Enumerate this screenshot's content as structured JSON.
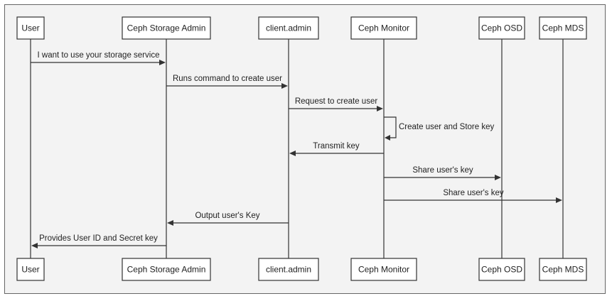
{
  "participants": [
    {
      "id": "user",
      "label": "User"
    },
    {
      "id": "admin",
      "label": "Ceph Storage Admin"
    },
    {
      "id": "client",
      "label": "client.admin"
    },
    {
      "id": "mon",
      "label": "Ceph Monitor"
    },
    {
      "id": "osd",
      "label": "Ceph OSD"
    },
    {
      "id": "mds",
      "label": "Ceph MDS"
    }
  ],
  "messages": [
    {
      "from": "user",
      "to": "admin",
      "label": "I want to use your storage service"
    },
    {
      "from": "admin",
      "to": "client",
      "label": "Runs command to create user"
    },
    {
      "from": "client",
      "to": "mon",
      "label": "Request to create user"
    },
    {
      "from": "mon",
      "to": "mon",
      "label": "Create user and Store key"
    },
    {
      "from": "mon",
      "to": "client",
      "label": "Transmit key"
    },
    {
      "from": "mon",
      "to": "osd",
      "label": "Share user's key"
    },
    {
      "from": "mon",
      "to": "mds",
      "label": "Share user's key"
    },
    {
      "from": "client",
      "to": "admin",
      "label": "Output user's Key"
    },
    {
      "from": "admin",
      "to": "user",
      "label": "Provides User ID and Secret key"
    }
  ]
}
